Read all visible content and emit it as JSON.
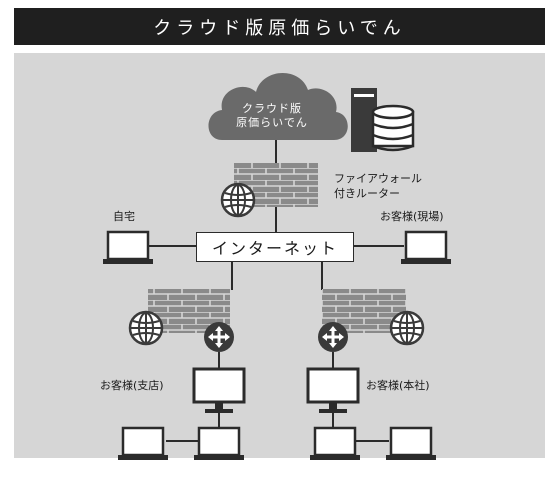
{
  "header": {
    "title": "クラウド版原価らいでん"
  },
  "cloud": {
    "line1": "クラウド版",
    "line2": "原価らいでん"
  },
  "router_label": {
    "line1": "ファイアウォール",
    "line2": "付きルーター"
  },
  "internet": {
    "label": "インターネット"
  },
  "sites": {
    "home": "自宅",
    "customer_site": "お客様(現場)",
    "customer_branch": "お客様(支店)",
    "customer_hq": "お客様(本社)"
  },
  "colors": {
    "header_bg": "#1f1f1f",
    "panel_bg": "#d6d6d6",
    "dark": "#3a3a3a",
    "cloud": "#6a6a6a",
    "wall": "#8a8a8a"
  }
}
